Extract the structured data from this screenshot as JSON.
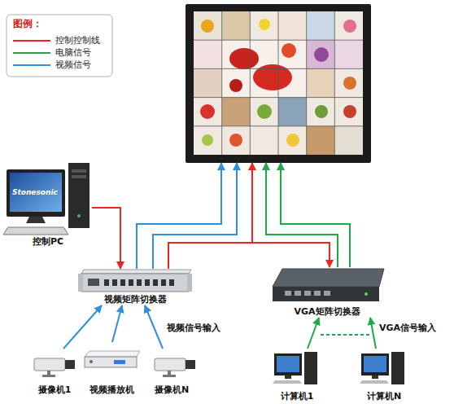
{
  "diagram": {
    "nodes": [
      {
        "text": []
      },
      {
        "text": [
          "控制PC"
        ]
      },
      {
        "text": [
          "视频矩阵切换器"
        ]
      },
      {
        "text": [
          "VGA矩阵切换器"
        ]
      },
      {
        "text": [
          "摄像机1"
        ]
      },
      {
        "text": [
          "视频播放机"
        ]
      },
      {
        "text": [
          "摄像机N"
        ]
      },
      {
        "text": [
          "计算机1"
        ]
      },
      {
        "text": [
          "计算机N"
        ]
      }
    ],
    "edges": [
      {
        "from": 1,
        "to": 2,
        "arrow": "to"
      },
      {
        "from": 2,
        "to": 3,
        "arrow": "to"
      },
      {
        "from": 2,
        "to": 0,
        "arrow": "to"
      },
      {
        "from": 2,
        "to": 0,
        "arrow": "to"
      },
      {
        "from": 2,
        "to": 0,
        "arrow": "to"
      },
      {
        "from": 3,
        "to": 0,
        "arrow": "to"
      },
      {
        "from": 3,
        "to": 0,
        "arrow": "to"
      },
      {
        "from": 4,
        "to": 2,
        "arrow": "to"
      },
      {
        "from": 5,
        "to": 2,
        "arrow": "to"
      },
      {
        "from": 6,
        "to": 2,
        "arrow": "to"
      },
      {
        "from": 7,
        "to": 3,
        "arrow": "to"
      },
      {
        "from": 8,
        "to": 3,
        "arrow": "to"
      }
    ],
    "labels": [
      "图例：",
      "视频信号输入",
      "VGA信号输入",
      "Stonesonic"
    ],
    "legend": [
      {
        "text": "控制控制线",
        "color": "#e8281e"
      },
      {
        "text": "电脑信号",
        "color": "#1fa84a"
      },
      {
        "text": "视频信号",
        "color": "#2f8fdd"
      }
    ]
  }
}
